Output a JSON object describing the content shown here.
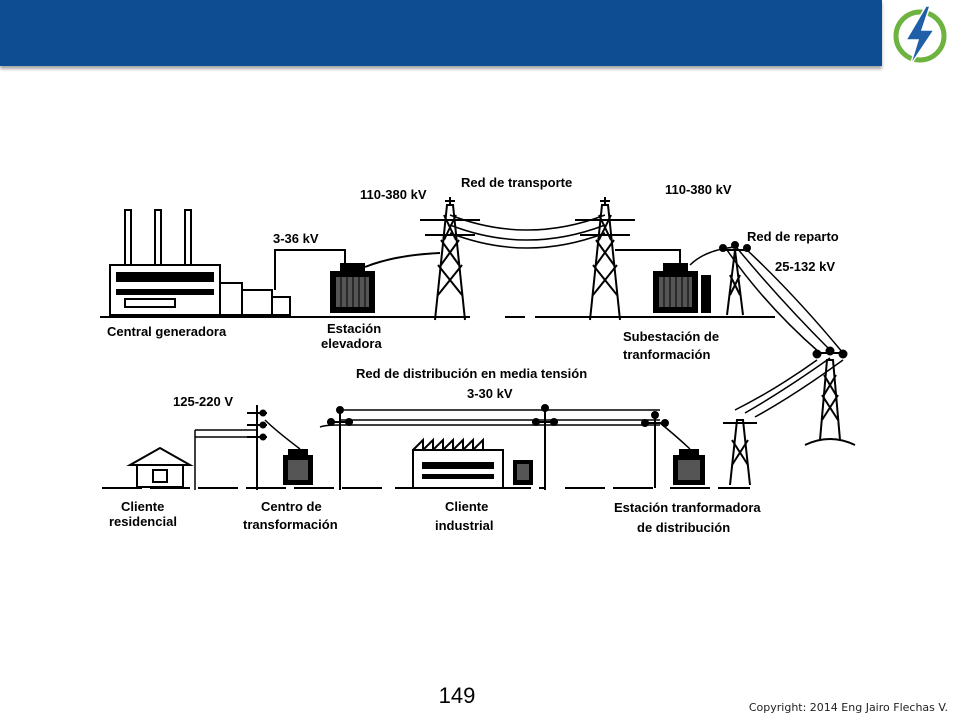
{
  "colors": {
    "header": "#0F4D92",
    "logo_ring": "#6DB33F",
    "logo_bolt": "#1F5FA8"
  },
  "icons": {
    "logo": "lightning-bolt-logo"
  },
  "diagram": {
    "labels": {
      "central": "Central generadora",
      "estacion_1": "Estación",
      "estacion_2": "elevadora",
      "v_3_36": "3-36 kV",
      "v_110_left": "110-380 kV",
      "red_transporte": "Red de transporte",
      "v_110_right": "110-380 kV",
      "red_reparto": "Red de reparto",
      "v_25_132": "25-132 kV",
      "subestacion_1": "Subestación de",
      "subestacion_2": "tranformación",
      "red_distribucion": "Red de distribución en media tensión",
      "v_3_30": "3-30 kV",
      "v_125_220": "125-220 V",
      "cliente_res_1": "Cliente",
      "cliente_res_2": "residencial",
      "centro_1": "Centro de",
      "centro_2": "transformación",
      "cliente_ind_1": "Cliente",
      "cliente_ind_2": "industrial",
      "estacion_dist_1": "Estación tranformadora",
      "estacion_dist_2": "de distribución"
    }
  },
  "footer": {
    "page_number": "149",
    "copyright": "Copyright: 2014 Eng Jairo Flechas V."
  }
}
